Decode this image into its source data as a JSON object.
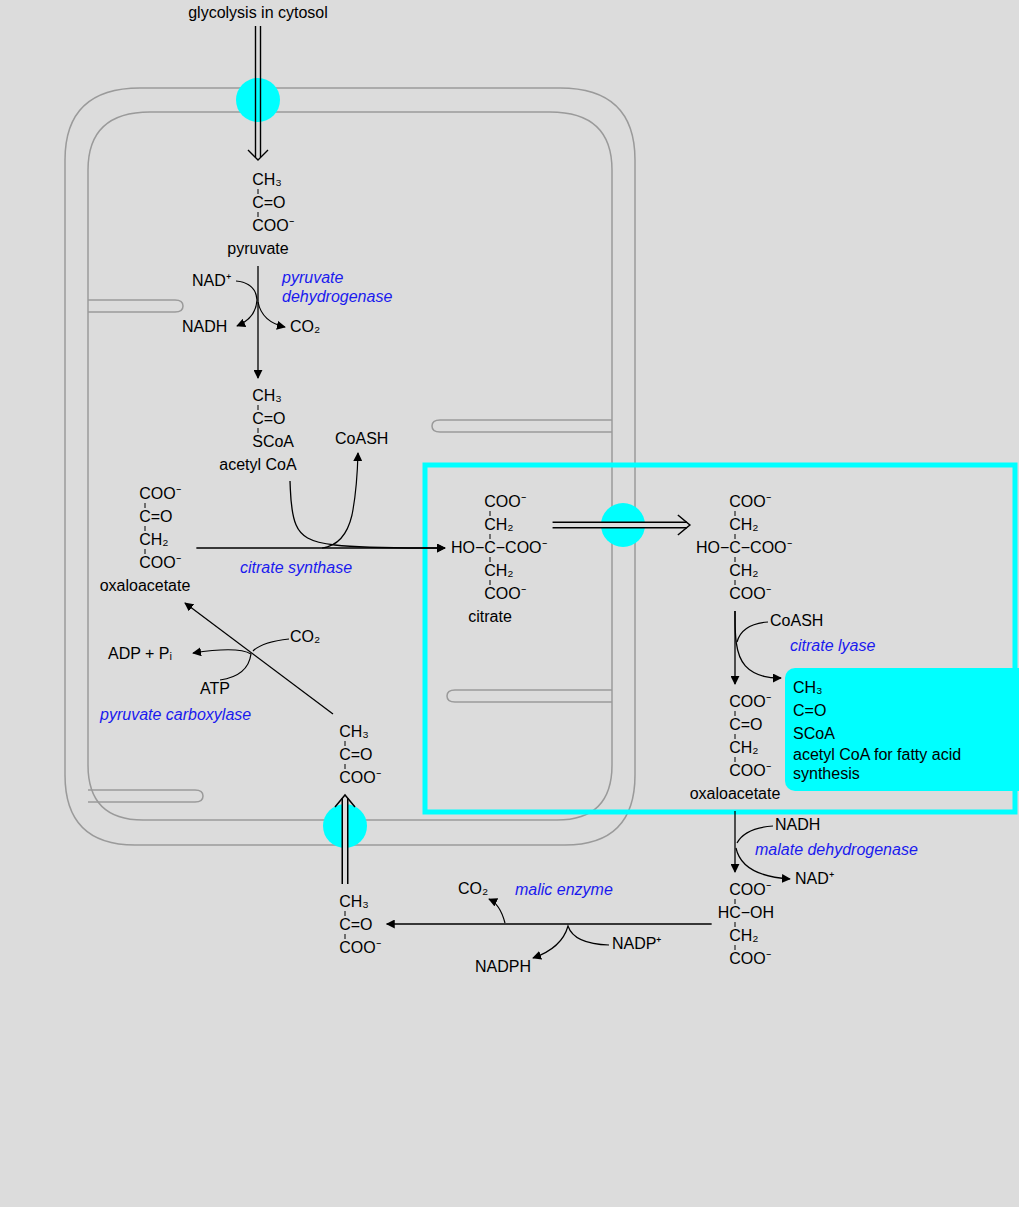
{
  "diagram": {
    "nodes": [
      {
        "text": [
          "CH₃",
          "C=O",
          "COO⁻",
          "pyruvate"
        ]
      },
      {
        "text": [
          "CH₃",
          "C=O",
          "SCoA",
          "acetyl CoA"
        ]
      },
      {
        "text": [
          "COO⁻",
          "C=O",
          "CH₂",
          "COO⁻",
          "oxaloacetate"
        ]
      },
      {
        "text": [
          "COO⁻",
          "CH₂",
          "HO−C−COO⁻",
          "CH₂",
          "COO⁻",
          "citrate"
        ]
      },
      {
        "text": [
          "COO⁻",
          "CH₂",
          "HO−C−COO⁻",
          "CH₂",
          "COO⁻"
        ]
      },
      {
        "text": [
          "CH₃",
          "C=O",
          "SCoA",
          "acetyl CoA for fatty acid synthesis"
        ]
      },
      {
        "text": [
          "COO⁻",
          "C=O",
          "CH₂",
          "COO⁻",
          "oxaloacetate"
        ]
      },
      {
        "text": [
          "COO⁻",
          "HC−OH",
          "CH₂",
          "COO⁻"
        ]
      },
      {
        "text": [
          "CH₃",
          "C=O",
          "COO⁻"
        ]
      },
      {
        "text": [
          "CH₃",
          "C=O",
          "COO⁻"
        ]
      }
    ],
    "edges": [
      {
        "from": 0,
        "to": 1,
        "arrow": "to",
        "label": "pyruvate dehydrogenase"
      },
      {
        "from": 2,
        "to": 3,
        "arrow": "to",
        "label": "citrate synthase"
      },
      {
        "from": 1,
        "to": 3,
        "arrow": "to"
      },
      {
        "from": 3,
        "to": 4,
        "arrow": "to"
      },
      {
        "from": 4,
        "to": 6,
        "arrow": "to",
        "label": "citrate lyase"
      },
      {
        "from": 4,
        "to": 5,
        "arrow": "to"
      },
      {
        "from": 6,
        "to": 7,
        "arrow": "to",
        "label": "malate dehydrogenase"
      },
      {
        "from": 7,
        "to": 8,
        "arrow": "to",
        "label": "malic enzyme"
      },
      {
        "from": 8,
        "to": 9,
        "arrow": "to"
      },
      {
        "from": 9,
        "to": 2,
        "arrow": "to",
        "label": "pyruvate carboxylase"
      }
    ],
    "labels": [
      "glycolysis in cytosol",
      "NAD⁺",
      "NADH",
      "CO₂",
      "CoASH",
      "ADP + Pᵢ",
      "CO₂",
      "ATP",
      "CoASH",
      "NADH",
      "NAD⁺",
      "CO₂",
      "NADPH",
      "NADP⁺"
    ]
  }
}
